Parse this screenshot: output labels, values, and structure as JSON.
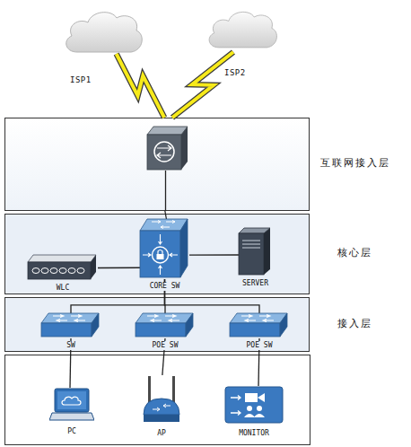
{
  "diagram": {
    "nodes": [
      {
        "text": [
          "ISP1"
        ]
      },
      {
        "text": [
          "ISP2"
        ]
      },
      {
        "text": [
          "互联网接入层"
        ]
      },
      {
        "text": [
          "核心层"
        ]
      },
      {
        "text": [
          "WLC"
        ],
        "in": 3
      },
      {
        "text": [
          "CORE SW"
        ],
        "in": 3
      },
      {
        "text": [
          "SERVER"
        ],
        "in": 3
      },
      {
        "text": [
          "接入层"
        ]
      },
      {
        "text": [
          "SW"
        ],
        "in": 7
      },
      {
        "text": [
          "POE SW"
        ],
        "in": 7
      },
      {
        "text": [
          "POE SW"
        ],
        "in": 7
      },
      {
        "text": [
          "PC"
        ]
      },
      {
        "text": [
          "AP"
        ]
      },
      {
        "text": [
          "MONITOR"
        ]
      }
    ],
    "edges": [
      {
        "from": 0,
        "to": 2,
        "arrow": "none"
      },
      {
        "from": 1,
        "to": 2,
        "arrow": "none"
      },
      {
        "from": 2,
        "to": 5,
        "arrow": "none"
      },
      {
        "from": 4,
        "to": 5,
        "arrow": "none"
      },
      {
        "from": 5,
        "to": 6,
        "arrow": "none"
      },
      {
        "from": 5,
        "to": 8,
        "arrow": "none"
      },
      {
        "from": 5,
        "to": 9,
        "arrow": "none"
      },
      {
        "from": 5,
        "to": 10,
        "arrow": "none"
      },
      {
        "from": 8,
        "to": 11,
        "arrow": "none"
      },
      {
        "from": 9,
        "to": 12,
        "arrow": "none"
      },
      {
        "from": 10,
        "to": 13,
        "arrow": "none"
      }
    ]
  }
}
